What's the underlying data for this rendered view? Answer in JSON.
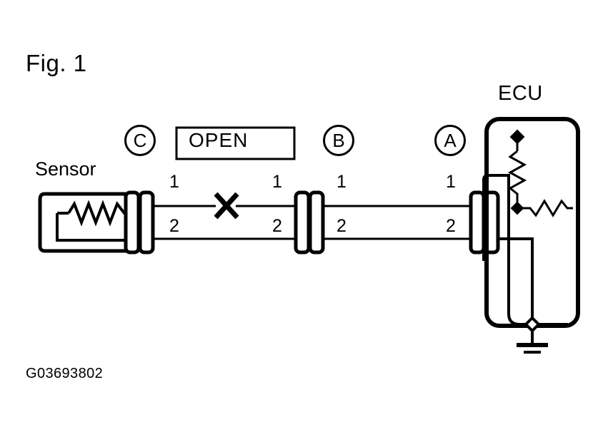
{
  "figure": {
    "caption": "Fig. 1",
    "id_code": "G03693802",
    "background_color": "#ffffff",
    "line_color": "#000000"
  },
  "labels": {
    "sensor": "Sensor",
    "ecu": "ECU",
    "fault_box": "OPEN"
  },
  "connectors": [
    {
      "id": "C",
      "marker": "C",
      "pins": [
        "1",
        "2"
      ]
    },
    {
      "id": "B",
      "marker": "B",
      "pins": [
        "1",
        "2"
      ]
    },
    {
      "id": "A",
      "marker": "A",
      "pins": [
        "1",
        "2"
      ]
    }
  ],
  "pin_numbers": {
    "c_right_top": "1",
    "c_right_bottom": "2",
    "b_left_top": "1",
    "b_left_bottom": "2",
    "b_right_top": "1",
    "b_right_bottom": "2",
    "a_left_top": "1",
    "a_left_bottom": "2"
  },
  "fault": {
    "type": "open-circuit",
    "symbol": "X",
    "on_wire": "1",
    "between": "C and B"
  },
  "components": {
    "sensor_element": "resistor-zigzag",
    "ecu_pullup_resistor": "resistor-zigzag-vertical",
    "ecu_series_resistor": "resistor-zigzag-horizontal",
    "ecu_supply_terminal": "diamond-node",
    "ecu_ground": "ground-symbol"
  }
}
